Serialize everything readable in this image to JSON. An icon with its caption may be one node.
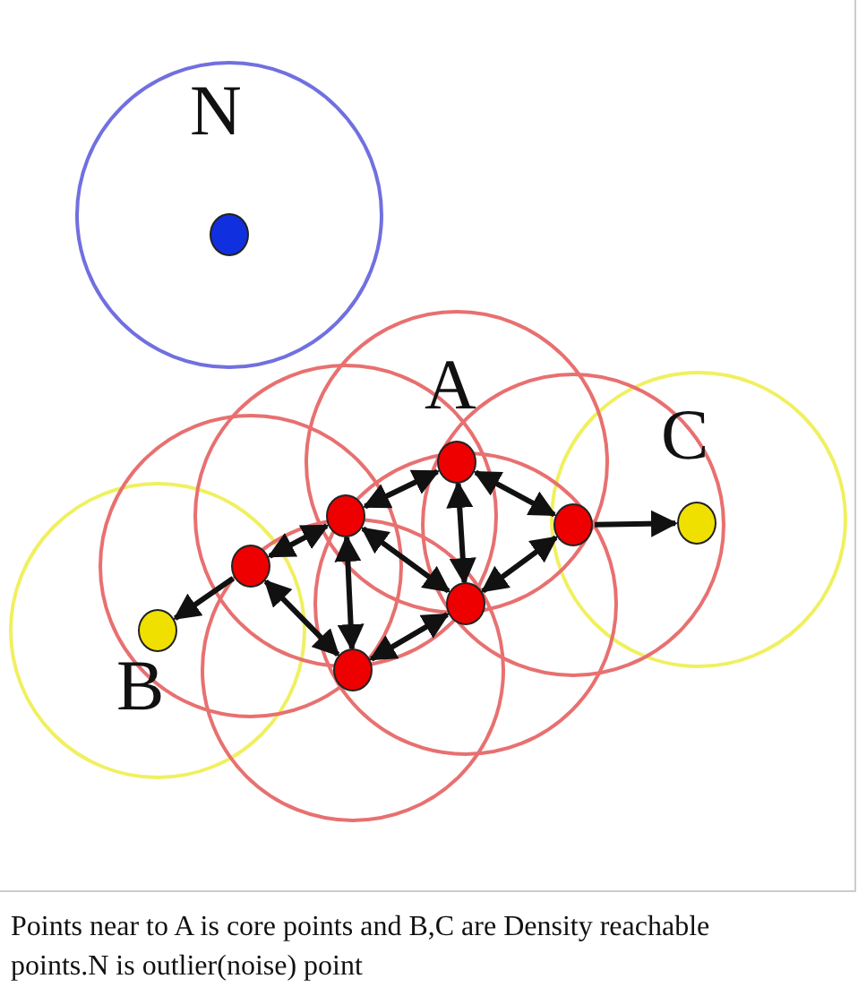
{
  "diagram": {
    "caption": "Points near to A is core points and B,C are Density reachable points.N is outlier(noise) point",
    "nodes": [
      {
        "text": [],
        "shape": "circle",
        "beside": [
          "N"
        ]
      },
      {
        "text": [],
        "shape": "circle",
        "beside": [
          "A"
        ]
      },
      {
        "text": [],
        "shape": "circle"
      },
      {
        "text": [],
        "shape": "circle"
      },
      {
        "text": [],
        "shape": "circle",
        "beside": [
          "C"
        ]
      },
      {
        "text": [],
        "shape": "circle"
      },
      {
        "text": [],
        "shape": "circle"
      },
      {
        "text": [],
        "shape": "circle",
        "beside": [
          "B"
        ]
      },
      {
        "text": [],
        "shape": "circle"
      }
    ],
    "edges": [
      {
        "from": 1,
        "to": 2,
        "arrow": "both"
      },
      {
        "from": 1,
        "to": 3,
        "arrow": "both"
      },
      {
        "from": 1,
        "to": 6,
        "arrow": "both"
      },
      {
        "from": 2,
        "to": 5,
        "arrow": "both"
      },
      {
        "from": 2,
        "to": 8,
        "arrow": "both"
      },
      {
        "from": 2,
        "to": 6,
        "arrow": "both"
      },
      {
        "from": 5,
        "to": 8,
        "arrow": "both"
      },
      {
        "from": 8,
        "to": 6,
        "arrow": "both"
      },
      {
        "from": 6,
        "to": 3,
        "arrow": "both"
      },
      {
        "from": 3,
        "to": 4,
        "arrow": "to"
      },
      {
        "from": 5,
        "to": 7,
        "arrow": "to"
      }
    ]
  }
}
